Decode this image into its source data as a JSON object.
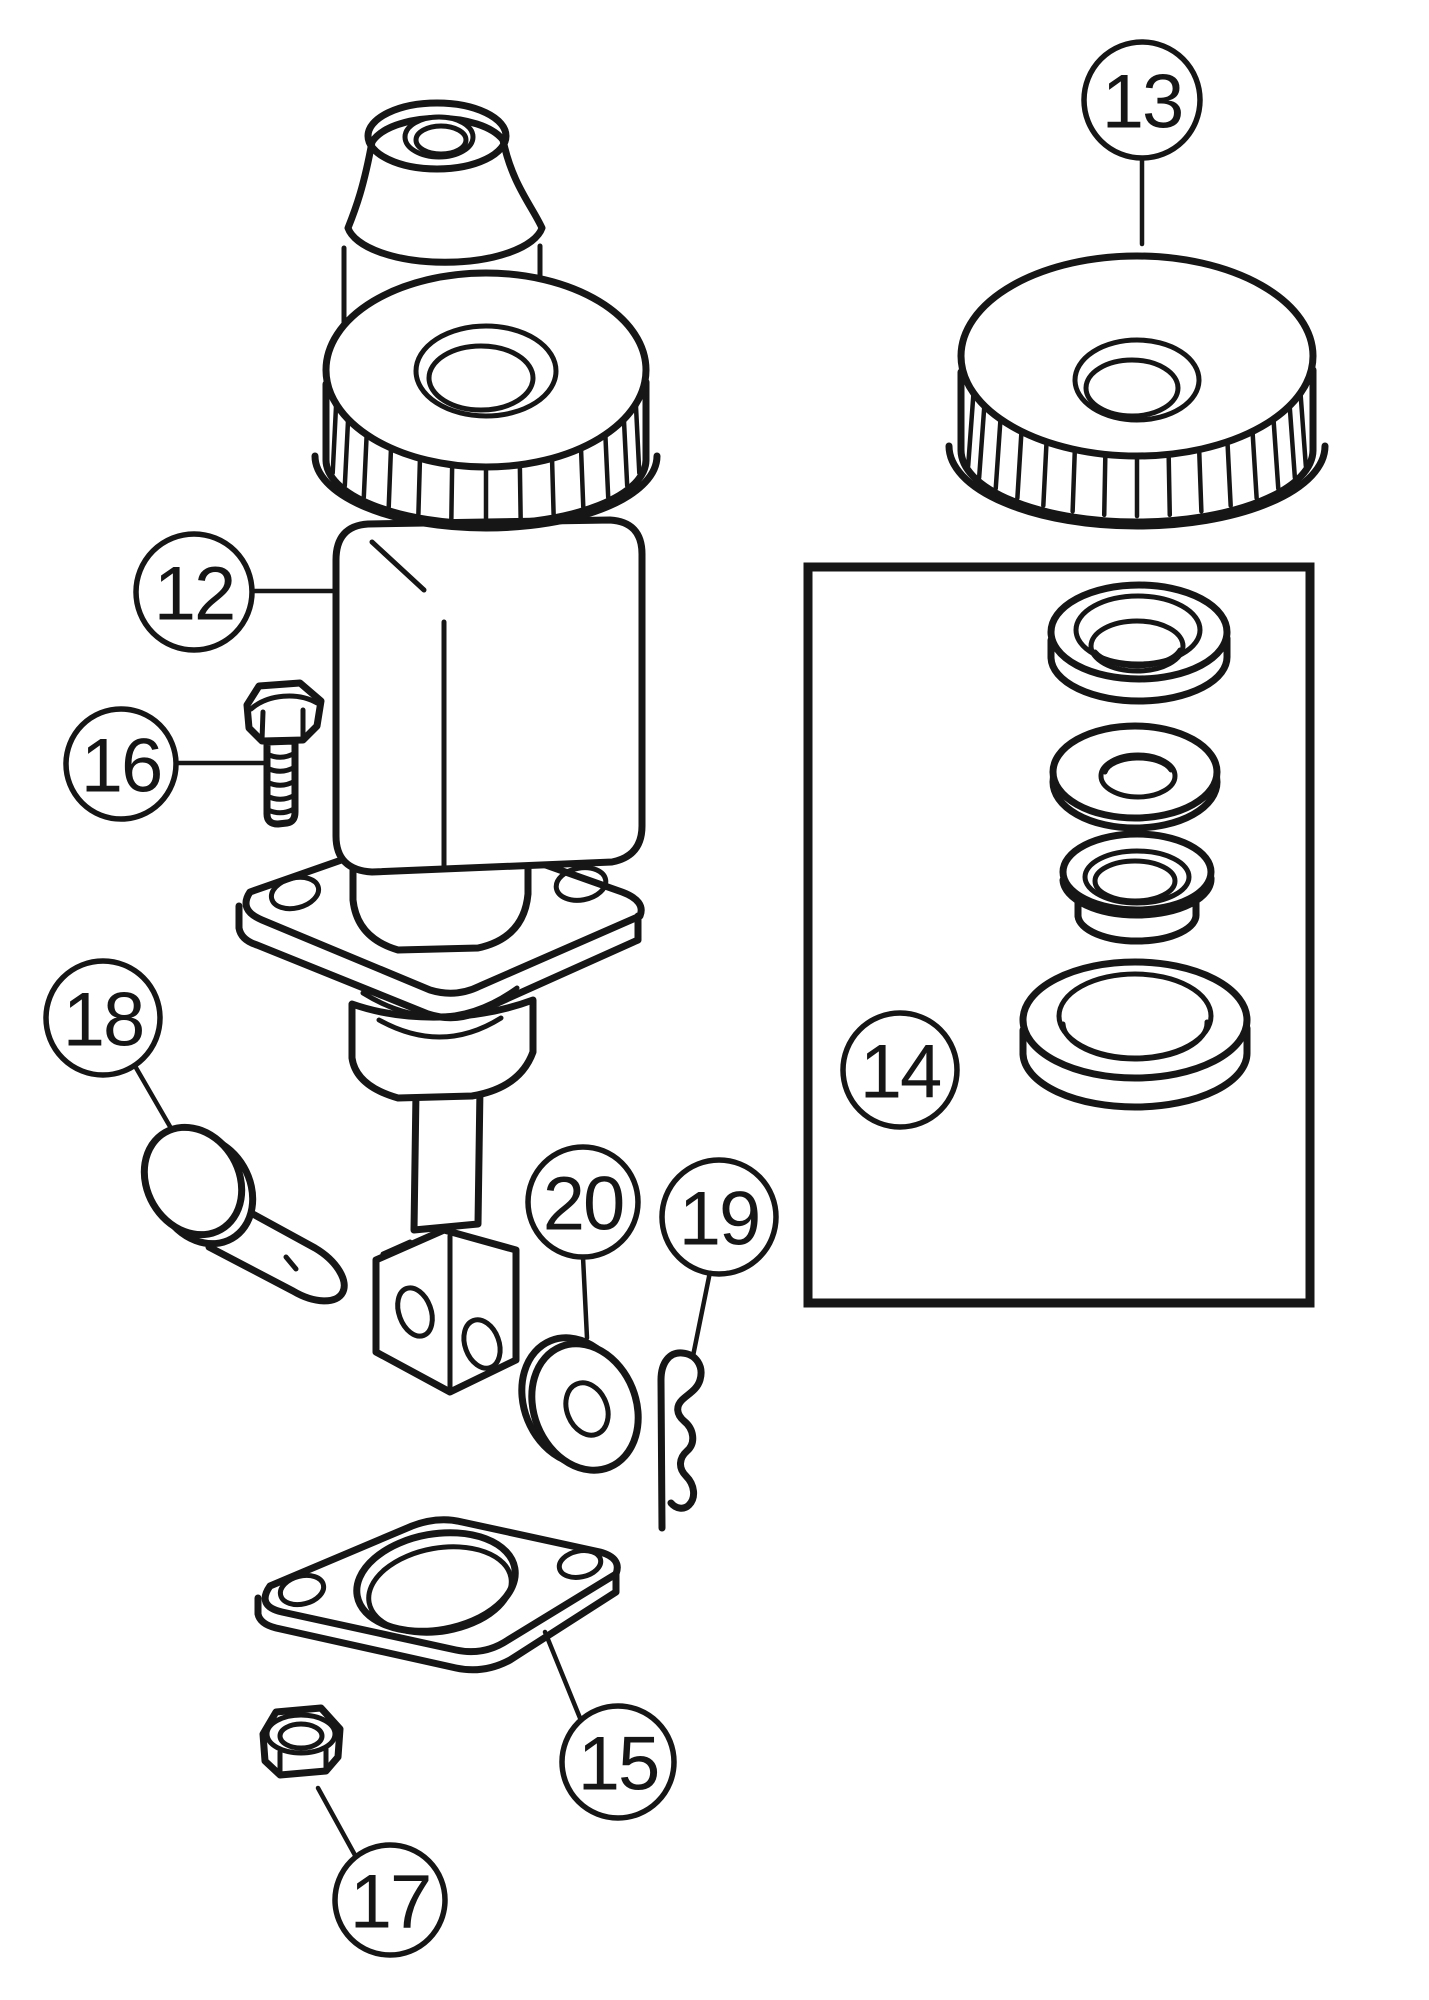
{
  "diagram": {
    "background": "#ffffff",
    "line_color": "#161616",
    "figure_type": "exploded-parts-diagram",
    "callouts": [
      {
        "label": "12",
        "part": "master-cylinder-assembly"
      },
      {
        "label": "13",
        "part": "reservoir-cap"
      },
      {
        "label": "14",
        "part": "seal-repair-kit"
      },
      {
        "label": "15",
        "part": "mounting-gasket"
      },
      {
        "label": "16",
        "part": "hex-bolt"
      },
      {
        "label": "17",
        "part": "hex-nut"
      },
      {
        "label": "18",
        "part": "clevis-pin"
      },
      {
        "label": "19",
        "part": "cotter-r-clip"
      },
      {
        "label": "20",
        "part": "flat-washer"
      }
    ]
  }
}
